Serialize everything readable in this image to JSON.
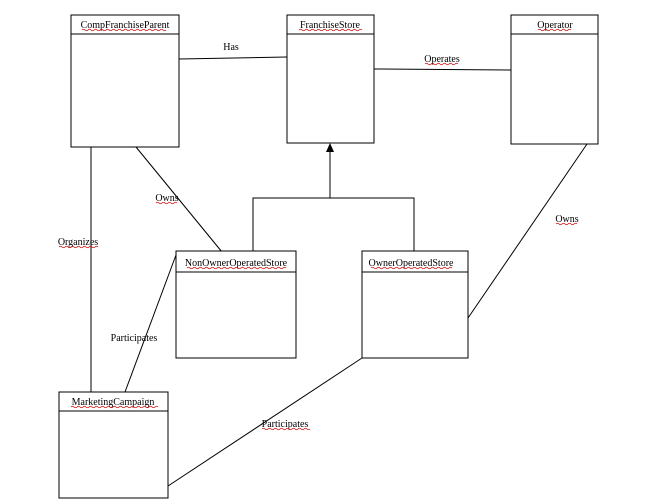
{
  "classes": {
    "comp_franchise_parent": {
      "name": "CompFranchiseParent"
    },
    "franchise_store": {
      "name": "FranchiseStore"
    },
    "operator": {
      "name": "Operator"
    },
    "non_owner_operated_store": {
      "name": "NonOwnerOperatedStore"
    },
    "owner_operated_store": {
      "name": "OwnerOperatedStore"
    },
    "marketing_campaign": {
      "name": "MarketingCampaign"
    }
  },
  "relationships": {
    "has": "Has",
    "operates": "Operates",
    "owns_parent": "Owns",
    "owns_operator": "Owns",
    "organizes": "Organizes",
    "participates_non_owner": "Participates",
    "participates_owner": "Participates"
  },
  "colors": {
    "line": "#000000",
    "spellcheck_underline": "#cc0000",
    "background": "#ffffff"
  }
}
